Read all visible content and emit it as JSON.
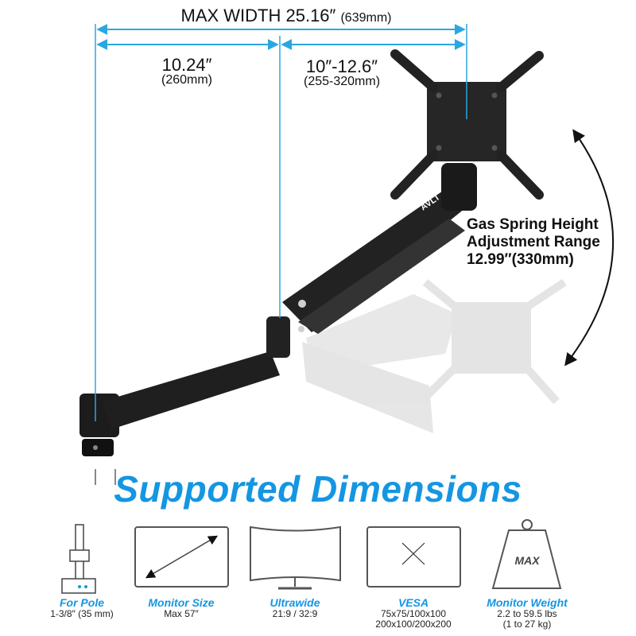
{
  "dimensions": {
    "max_width": "MAX WIDTH 25.16″",
    "max_width_mm": "(639mm)",
    "arm_length": "10.24″",
    "arm_length_mm": "(260mm)",
    "extension": "10″-12.6″",
    "extension_mm": "(255-320mm)"
  },
  "gas_spring": {
    "line1": "Gas Spring Height",
    "line2": "Adjustment Range",
    "line3": "12.99″(330mm)"
  },
  "brand_logo": "AVLT",
  "headline": "Supported Dimensions",
  "features": [
    {
      "title": "For Pole",
      "detail": "1-3/8″ (35 mm)",
      "icon": "pole-icon"
    },
    {
      "title": "Monitor Size",
      "detail": "Max 57″",
      "icon": "monitor-icon"
    },
    {
      "title": "Ultrawide",
      "detail": "21:9 / 32:9",
      "icon": "curved-monitor-icon"
    },
    {
      "title": "VESA",
      "detail": "75x75/100x100",
      "detail2": "200x100/200x200",
      "icon": "vesa-icon"
    },
    {
      "title": "Monitor Weight",
      "detail": "2.2 to 59.5 lbs",
      "detail2": "(1 to 27 kg)",
      "icon": "weight-icon",
      "icon_text": "MAX"
    }
  ],
  "colors": {
    "accent": "#1496e2",
    "dimension_line": "#2aa7e0",
    "arm": "#1c1c1c"
  }
}
